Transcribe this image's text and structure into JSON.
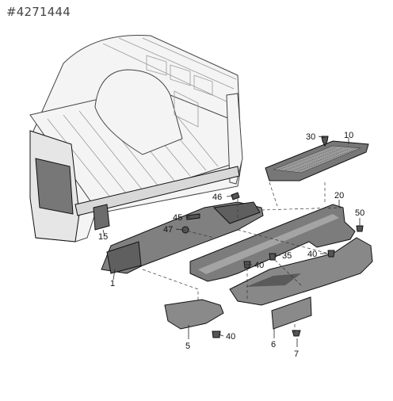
{
  "document_id": "#4271444",
  "callouts": {
    "c1": "1",
    "c5": "5",
    "c6": "6",
    "c7": "7",
    "c10": "10",
    "c15": "15",
    "c20": "20",
    "c30": "30",
    "c35": "35",
    "c40a": "40",
    "c40b": "40",
    "c40c": "40",
    "c45": "45",
    "c46": "46",
    "c47": "47",
    "c50": "50"
  },
  "colors": {
    "part_fill": "#8a8a8a",
    "part_dark": "#5a5a5a",
    "bed_fill": "#f4f4f4"
  }
}
